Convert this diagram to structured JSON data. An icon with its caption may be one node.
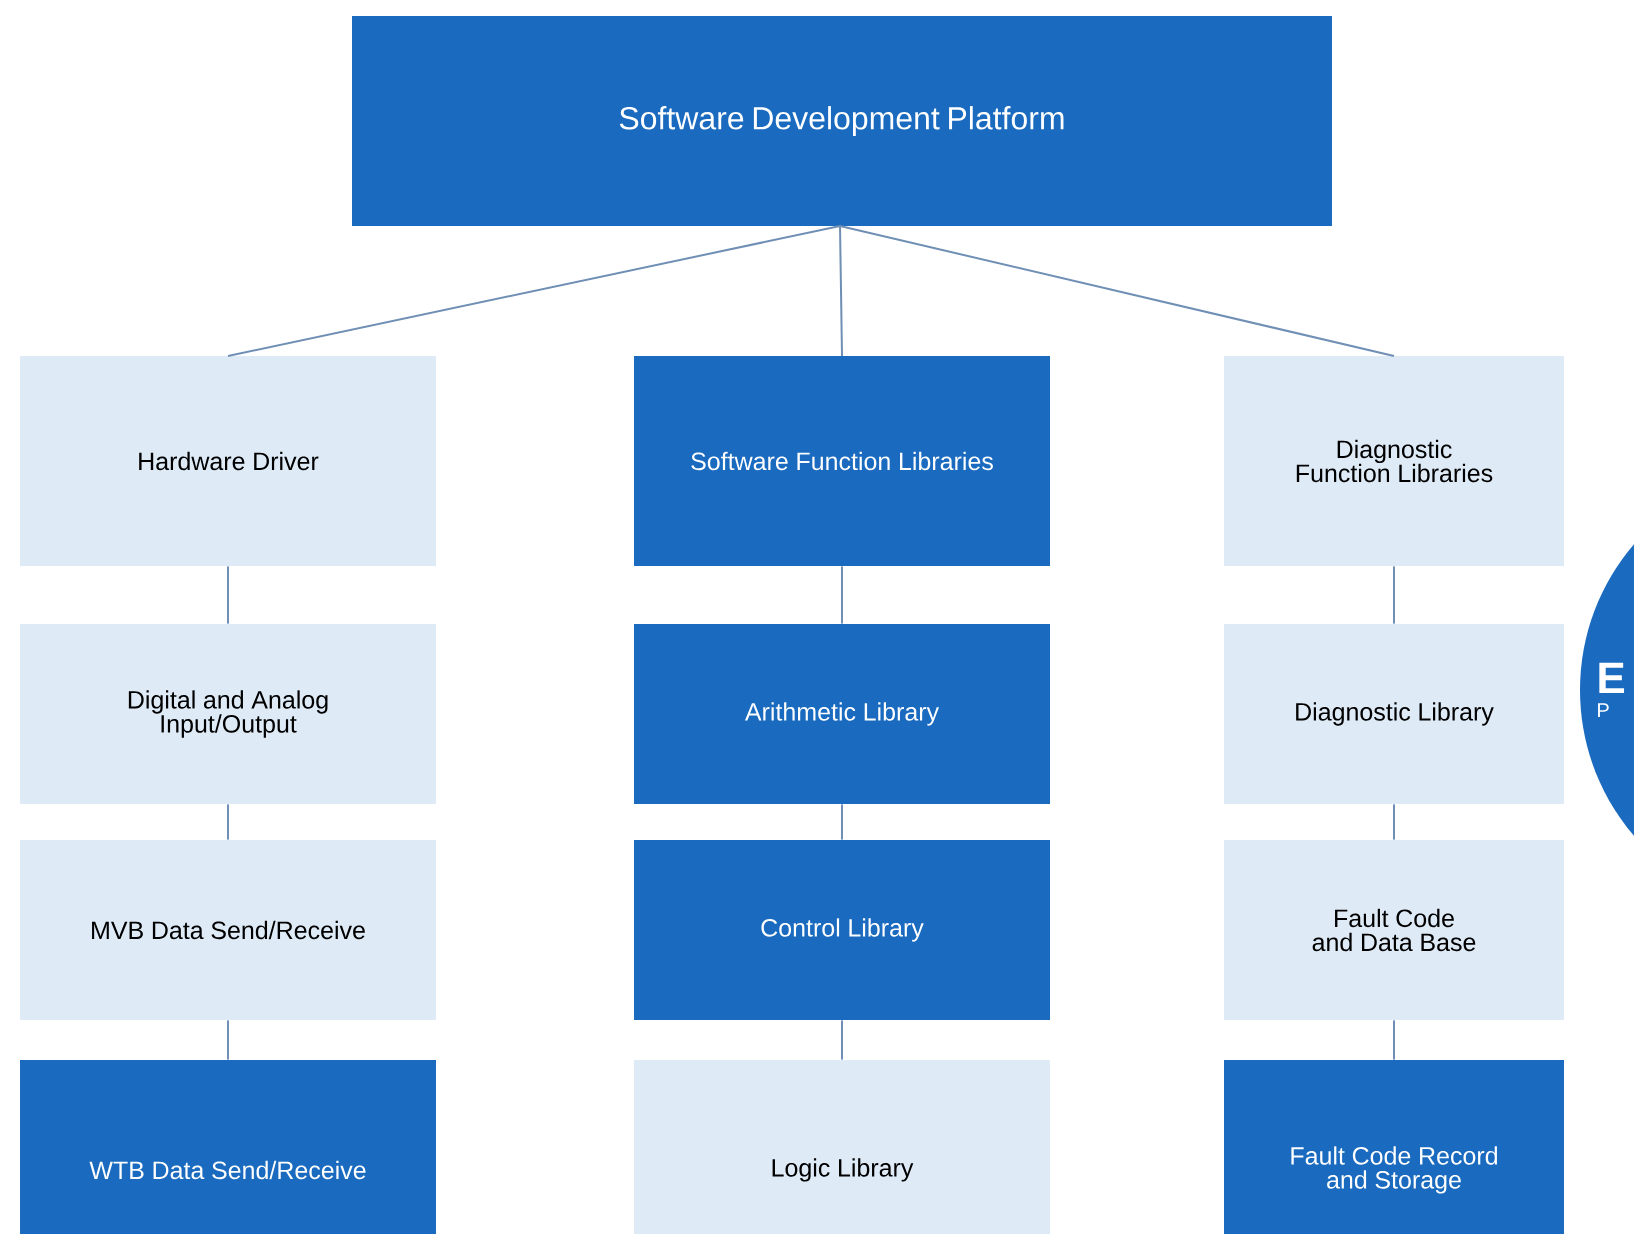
{
  "diagram": {
    "nodes": [
      {
        "text": [
          "Software Development Platform"
        ]
      },
      {
        "text": [
          "Hardware Driver"
        ]
      },
      {
        "text": [
          "Software Function Libraries"
        ]
      },
      {
        "text": [
          "Diagnostic Function Libraries"
        ]
      },
      {
        "text": [
          "Digital and Analog Input/Output"
        ]
      },
      {
        "text": [
          "Arithmetic Library"
        ]
      },
      {
        "text": [
          "Diagnostic Library"
        ]
      },
      {
        "text": [
          "MVB Data Send/Receive"
        ]
      },
      {
        "text": [
          "Control Library"
        ]
      },
      {
        "text": [
          "Fault Code and Data Base"
        ]
      },
      {
        "text": [
          "WTB Data Send/Receive"
        ]
      },
      {
        "text": [
          "Logic Library"
        ]
      },
      {
        "text": [
          "Fault Code Record and Storage"
        ]
      },
      {
        "text": [
          "E",
          "P"
        ]
      }
    ],
    "edges": [
      {
        "from": 0,
        "to": 1,
        "arrow": "none"
      },
      {
        "from": 0,
        "to": 2,
        "arrow": "none"
      },
      {
        "from": 0,
        "to": 3,
        "arrow": "none"
      },
      {
        "from": 1,
        "to": 4,
        "arrow": "none"
      },
      {
        "from": 4,
        "to": 7,
        "arrow": "none"
      },
      {
        "from": 7,
        "to": 10,
        "arrow": "none"
      },
      {
        "from": 2,
        "to": 5,
        "arrow": "none"
      },
      {
        "from": 5,
        "to": 8,
        "arrow": "none"
      },
      {
        "from": 8,
        "to": 11,
        "arrow": "none"
      },
      {
        "from": 3,
        "to": 6,
        "arrow": "none"
      },
      {
        "from": 6,
        "to": 9,
        "arrow": "none"
      },
      {
        "from": 9,
        "to": 12,
        "arrow": "none"
      }
    ]
  }
}
